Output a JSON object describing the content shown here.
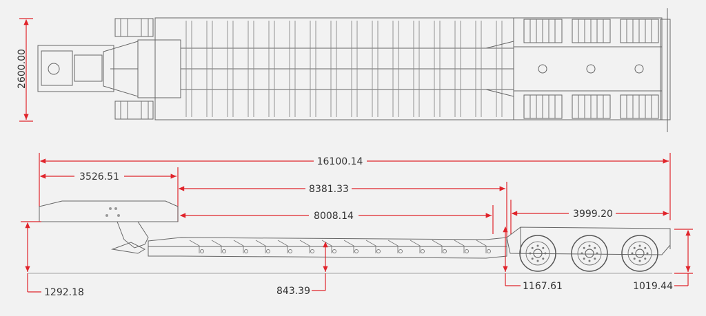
{
  "dimensions": {
    "width_top": "2600.00",
    "overall_length": "16100.14",
    "gooseneck_length": "3526.51",
    "deck_length": "8381.33",
    "well_length": "8008.14",
    "rear_length": "3999.20",
    "front_height": "1292.18",
    "deck_height": "843.39",
    "rear_deck_height": "1167.61",
    "rear_height": "1019.44"
  },
  "colors": {
    "background": "#f2f2f2",
    "dimension_line": "#e0242b",
    "drawing_line": "#666666"
  }
}
